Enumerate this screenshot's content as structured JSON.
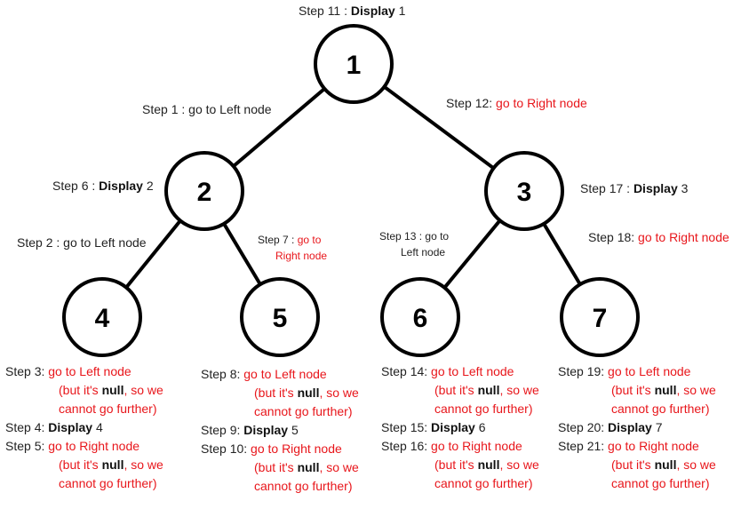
{
  "diagram": {
    "nodes": [
      {
        "id": "1",
        "label": "1"
      },
      {
        "id": "2",
        "label": "2"
      },
      {
        "id": "3",
        "label": "3"
      },
      {
        "id": "4",
        "label": "4"
      },
      {
        "id": "5",
        "label": "5"
      },
      {
        "id": "6",
        "label": "6"
      },
      {
        "id": "7",
        "label": "7"
      }
    ],
    "edges": [
      [
        "1",
        "2"
      ],
      [
        "1",
        "3"
      ],
      [
        "2",
        "4"
      ],
      [
        "2",
        "5"
      ],
      [
        "3",
        "6"
      ],
      [
        "3",
        "7"
      ]
    ]
  },
  "colors": {
    "note": "#e8161b",
    "text": "#222222",
    "edge": "#000000"
  },
  "text": {
    "step_words": {
      "s1": "Step 1",
      "s2": "Step 2",
      "s3": "Step 3",
      "s4": "Step 4",
      "s5": "Step 5",
      "s6": "Step 6",
      "s7": "Step 7",
      "s8": "Step 8",
      "s9": "Step 9",
      "s10": "Step 10",
      "s11": "Step 11",
      "s12": "Step 12",
      "s13": "Step 13",
      "s14": "Step 14",
      "s15": "Step 15",
      "s16": "Step 16",
      "s17": "Step 17",
      "s18": "Step 18",
      "s19": "Step 19",
      "s20": "Step 20",
      "s21": "Step 21"
    },
    "sep": " : ",
    "sep_tight": ": ",
    "display": "Display",
    "go_left": "go to Left node",
    "go_right": "go to Right node",
    "go_to": "go to",
    "left_node": "Left node",
    "right_node": "Right node",
    "null_but": "(but it's ",
    "null_word": "null",
    "null_after": ", so we",
    "cannot": "cannot go further)",
    "values": {
      "v1": "1",
      "v2": "2",
      "v3": "3",
      "v4": "4",
      "v5": "5",
      "v6": "6",
      "v7": "7"
    }
  }
}
